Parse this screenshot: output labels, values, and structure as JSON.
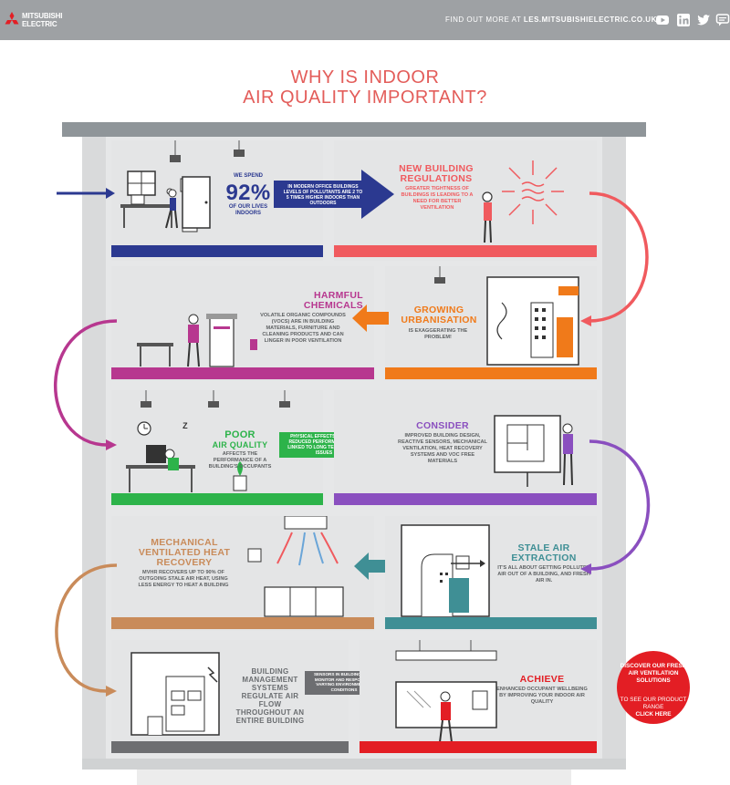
{
  "header": {
    "logo_line1": "MITSUBISHI",
    "logo_line2": "ELECTRIC",
    "find_out_prefix": "FIND OUT MORE AT",
    "find_out_url": "LES.MITSUBISHIELECTRIC.CO.UK",
    "social": [
      "youtube-icon",
      "linkedin-icon",
      "twitter-icon",
      "chat-icon"
    ]
  },
  "title": {
    "line1": "WHY IS INDOOR",
    "line2": "AIR QUALITY IMPORTANT?"
  },
  "colors": {
    "navy": "#2b3990",
    "coral": "#f05a5e",
    "magenta": "#b7378f",
    "orange": "#f07a1a",
    "green": "#2db34a",
    "purple": "#8a4fbf",
    "tan": "#c98b5a",
    "teal": "#3f8f95",
    "gray": "#6d6e71",
    "red": "#e31e24",
    "title": "#e35d5a"
  },
  "row1": {
    "stat_prefix": "WE SPEND",
    "stat_value": "92%",
    "stat_suffix1": "OF OUR LIVES",
    "stat_suffix2": "INDOORS",
    "arrow_text": "IN MODERN OFFICE BUILDINGS LEVELS OF POLLUTANTS ARE 2 TO 5 TIMES HIGHER INDOORS THAN OUTDOORS",
    "reg_heading1": "NEW BUILDING",
    "reg_heading2": "REGULATIONS",
    "reg_body": "GREATER TIGHTNESS OF BUILDINGS IS LEADING TO A NEED FOR BETTER VENTILATION"
  },
  "row2": {
    "chem_heading1": "HARMFUL",
    "chem_heading2": "CHEMICALS",
    "chem_body": "VOLATILE ORGANIC COMPOUNDS (VOCS) ARE IN BUILDING MATERIALS, FURNITURE AND CLEANING PRODUCTS AND CAN LINGER IN POOR VENTILATION",
    "urb_heading1": "GROWING",
    "urb_heading2": "URBANISATION",
    "urb_body": "IS EXAGGERATING THE PROBLEM!"
  },
  "row3": {
    "poor_heading1": "POOR",
    "poor_heading2": "AIR QUALITY",
    "poor_body": "AFFECTS THE PERFORMANCE OF A BUILDING'S OCCUPANTS",
    "arrow_text": "PHYSICAL EFFECTS CAUSING REDUCED PERFORMANCE ARE LINKED TO LONG TERM HEALTH ISSUES",
    "consider_heading": "CONSIDER",
    "consider_body": "IMPROVED BUILDING DESIGN, REACTIVE SENSORS, MECHANICAL VENTILATION, HEAT RECOVERY SYSTEMS AND VOC FREE MATERIALS",
    "sleep_text": "Z"
  },
  "row4": {
    "mvhr_heading1": "MECHANICAL",
    "mvhr_heading2": "VENTILATED HEAT",
    "mvhr_heading3": "RECOVERY",
    "mvhr_body": "MVHR RECOVERS UP TO 90% OF OUTGOING STALE AIR HEAT, USING LESS ENERGY TO HEAT A BUILDING",
    "stale_heading1": "STALE AIR",
    "stale_heading2": "EXTRACTION",
    "stale_body": "IT'S ALL ABOUT GETTING POLLUTED AIR OUT OF A BUILDING, AND FRESH AIR IN."
  },
  "row5": {
    "bms_text": "BUILDING MANAGEMENT SYSTEMS REGULATE AIR FLOW THROUGHOUT AN ENTIRE BUILDING",
    "arrow_text": "SENSORS IN BUILDINGS CAN MONITOR AND RESPOND TO VARYING ENVIRONMENTAL CONDITIONS",
    "achieve_heading": "ACHIEVE",
    "achieve_body": "ENHANCED OCCUPANT WELLBEING BY IMPROVING YOUR INDOOR AIR QUALITY"
  },
  "cta": {
    "line1": "DISCOVER OUR FRESH AIR VENTILATION SOLUTIONS",
    "line2": "TO SEE OUR PRODUCT RANGE",
    "line3": "CLICK HERE"
  }
}
